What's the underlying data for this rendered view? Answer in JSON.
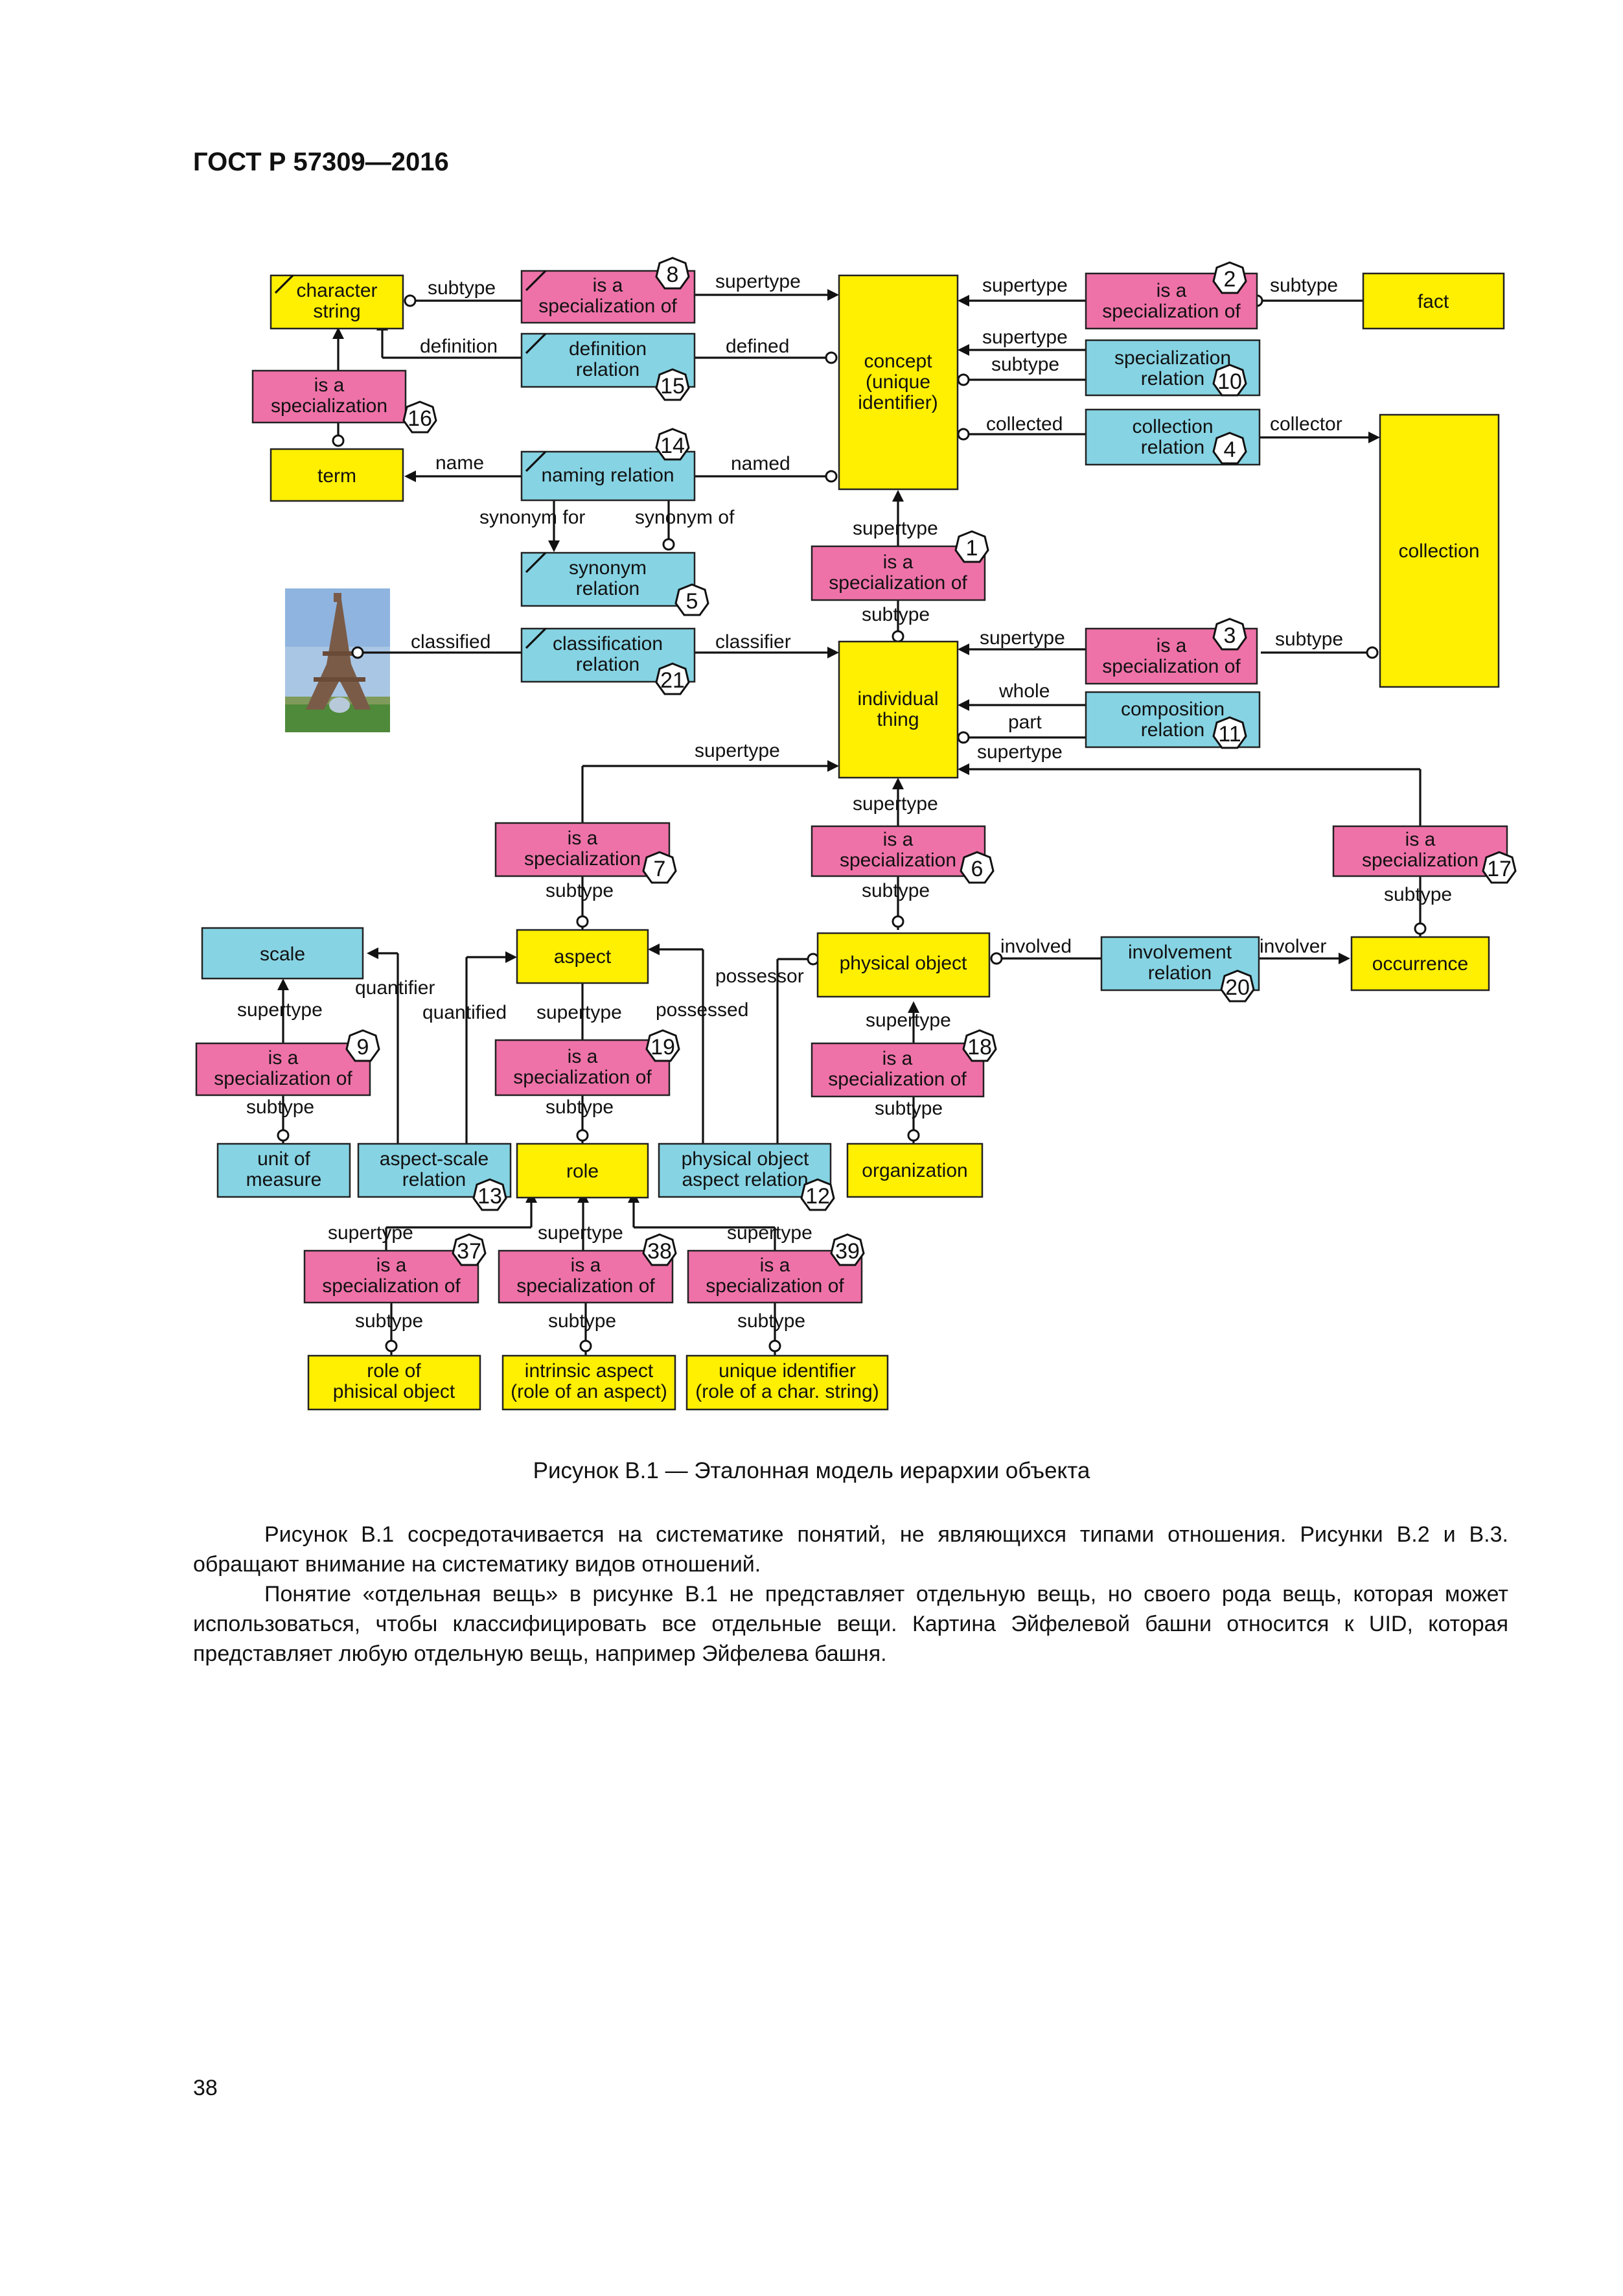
{
  "header": "ГОСТ Р 57309—2016",
  "boxes": {
    "character_string": [
      "character",
      "string"
    ],
    "term": [
      "term"
    ],
    "spec8": [
      "is a",
      "specialization of"
    ],
    "def15": [
      "definition",
      "relation"
    ],
    "naming14": [
      "naming relation"
    ],
    "synonym5": [
      "synonym",
      "relation"
    ],
    "classification21": [
      "classification",
      "relation"
    ],
    "spec16": [
      "is a",
      "specialization"
    ],
    "concept": [
      "concept",
      "(unique",
      "identifier)"
    ],
    "spec1": [
      "is a",
      "specialization of"
    ],
    "individual_thing": [
      "individual",
      "thing"
    ],
    "spec2": [
      "is a",
      "specialization of"
    ],
    "specrel10": [
      "specialization",
      "relation"
    ],
    "collrel4": [
      "collection",
      "relation"
    ],
    "fact": [
      "fact"
    ],
    "collection": [
      "collection"
    ],
    "spec3": [
      "is a",
      "specialization of"
    ],
    "comp11": [
      "composition",
      "relation"
    ],
    "spec7": [
      "is a",
      "specialization"
    ],
    "spec6": [
      "is a",
      "specialization"
    ],
    "spec17": [
      "is a",
      "specialization"
    ],
    "aspect": [
      "aspect"
    ],
    "physical_object": [
      "physical object"
    ],
    "involvement20": [
      "involvement",
      "relation"
    ],
    "occurrence": [
      "occurrence"
    ],
    "scale": [
      "scale"
    ],
    "spec9": [
      "is a",
      "specialization of"
    ],
    "unit_of_measure": [
      "unit of",
      "measure"
    ],
    "aspect_scale13": [
      "aspect-scale",
      "relation"
    ],
    "spec19": [
      "is a",
      "specialization of"
    ],
    "role": [
      "role"
    ],
    "po_aspect12": [
      "physical object",
      "aspect relation"
    ],
    "spec18": [
      "is a",
      "specialization of"
    ],
    "organization": [
      "organization"
    ],
    "spec37": [
      "is a",
      "specialization of"
    ],
    "spec38": [
      "is a",
      "specialization of"
    ],
    "spec39": [
      "is a",
      "specialization of"
    ],
    "role_po": [
      "role of",
      "phisical object"
    ],
    "intrinsic": [
      "intrinsic aspect",
      "(role of an aspect)"
    ],
    "uid": [
      "unique identifier",
      "(role of a char. string)"
    ]
  },
  "numbers": {
    "n8": "8",
    "n15": "15",
    "n14": "14",
    "n5": "5",
    "n21": "21",
    "n16": "16",
    "n1": "1",
    "n2": "2",
    "n10": "10",
    "n4": "4",
    "n3": "3",
    "n11": "11",
    "n7": "7",
    "n6": "6",
    "n17": "17",
    "n9": "9",
    "n19": "19",
    "n20": "20",
    "n18": "18",
    "n13": "13",
    "n12": "12",
    "n37": "37",
    "n38": "38",
    "n39": "39"
  },
  "labels": {
    "subtype": "subtype",
    "supertype": "supertype",
    "definition": "definition",
    "defined": "defined",
    "name": "name",
    "named": "named",
    "synonym_for": "synonym for",
    "synonym_of": "synonym of",
    "classified": "classified",
    "classifier": "classifier",
    "collected": "collected",
    "collector": "collector",
    "whole": "whole",
    "part": "part",
    "quantifier": "quantifier",
    "quantified": "quantified",
    "possessed": "possessed",
    "possessor": "possessor",
    "involved": "involved",
    "involver": "involver"
  },
  "caption": "Рисунок В.1 — Эталонная модель иерархии объекта",
  "paragraphs": [
    "Рисунок В.1 сосредотачивается на систематике понятий, не являющихся типами отношения. Рисунки В.2 и В.3. обращают внимание на систематику видов отношений.",
    "Понятие «отдельная вещь» в рисунке В.1 не представляет отдельную вещь, но своего рода вещь, которая может использоваться, чтобы классифицировать все отдельные вещи. Картина Эйфелевой башни относится к UID, которая представляет любую отдельную вещь, например Эйфелева башня."
  ],
  "page_number": "38",
  "colors": {
    "object": "#ffef00",
    "specialization": "#ee72a8",
    "relation": "#86d3e3"
  },
  "image_subject": "Eiffel Tower photo"
}
